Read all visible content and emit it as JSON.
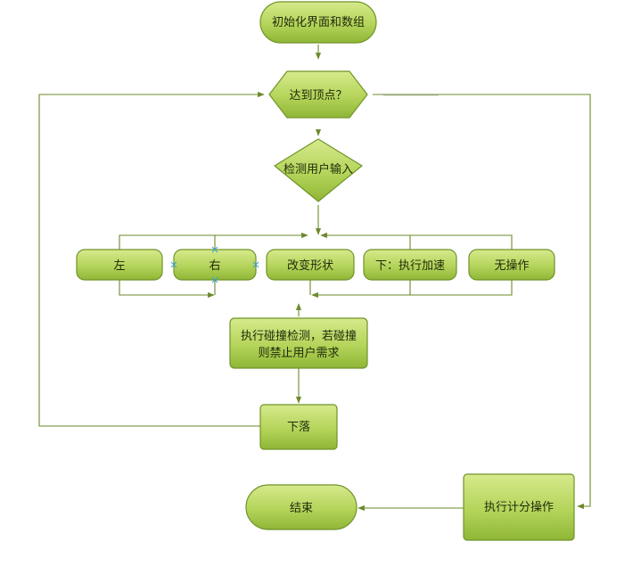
{
  "nodes": {
    "start": "初始化界面和数组",
    "top_check": "达到顶点？",
    "detect_input": "检测用户输入",
    "left": "左",
    "right": "右",
    "rotate": "改变形状",
    "down_accel": "下：执行加速",
    "no_op": "无操作",
    "collision_line1": "执行碰撞检测，若碰撞",
    "collision_line2": "则禁止用户需求",
    "fall": "下落",
    "score": "执行计分操作",
    "end": "结束"
  },
  "colors": {
    "fill_light": "#c9e07a",
    "fill_dark": "#93bb3a",
    "stroke": "#6f9428",
    "edge": "#6b8a2a"
  }
}
